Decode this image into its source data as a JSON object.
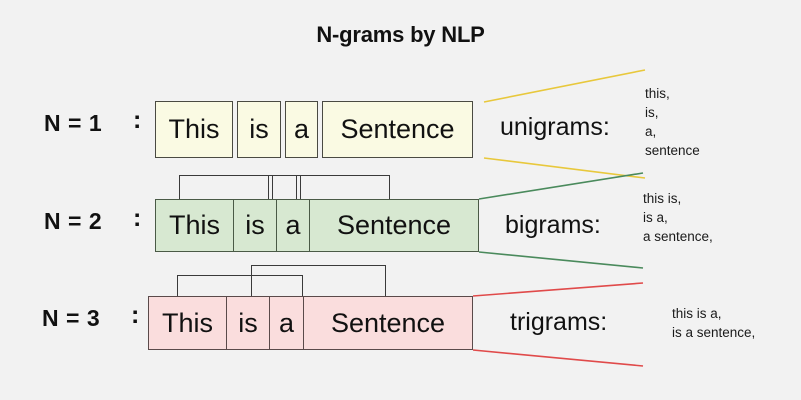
{
  "page": {
    "title": "N-grams by NLP",
    "background_color": "#f2f2f2"
  },
  "rows": [
    {
      "id": "n1",
      "label": "N = 1",
      "colon": ":",
      "words": [
        "This",
        "is",
        "a",
        "Sentence"
      ],
      "fill_color": "#fafae3",
      "border_color": "#4a4a42",
      "connector_color": "#e8c83c",
      "gram_label": "unigrams:",
      "gram_list": "this,\nis,\na,\nsentence",
      "grams": [
        "this,",
        "is,",
        "a,",
        "sentence"
      ],
      "brackets": []
    },
    {
      "id": "n2",
      "label": "N = 2",
      "colon": ":",
      "words": [
        "This",
        "is",
        "a",
        "Sentence"
      ],
      "fill_color": "#d7e8d1",
      "border_color": "#4a5a46",
      "connector_color": "#4a8a5c",
      "gram_label": "bigrams:",
      "gram_list": "this is,\nis a,\na sentence,",
      "grams": [
        "this is,",
        "is a,",
        "a sentence,"
      ],
      "brackets": [
        {
          "span": "This is"
        },
        {
          "span": "is a"
        },
        {
          "span": "a Sentence"
        }
      ]
    },
    {
      "id": "n3",
      "label": "N = 3",
      "colon": ":",
      "words": [
        "This",
        "is",
        "a",
        "Sentence"
      ],
      "fill_color": "#fadddd",
      "border_color": "#5a4a4a",
      "connector_color": "#e04a4a",
      "gram_label": "trigrams:",
      "gram_list": "this is a,\nis a sentence,",
      "grams": [
        "this is a,",
        "is a sentence,"
      ],
      "brackets": [
        {
          "span": "This is a"
        },
        {
          "span": "is a Sentence"
        }
      ]
    }
  ]
}
